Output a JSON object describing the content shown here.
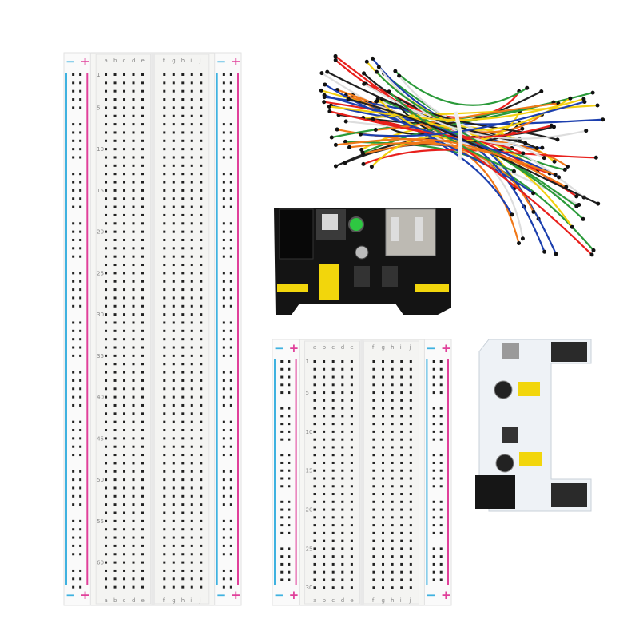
{
  "large_breadboard": {
    "columns_left": [
      "a",
      "b",
      "c",
      "d",
      "e"
    ],
    "columns_right": [
      "f",
      "g",
      "h",
      "i",
      "j"
    ],
    "row_numbers": [
      "1",
      "5",
      "10",
      "15",
      "20",
      "25",
      "30",
      "35",
      "40",
      "45",
      "50",
      "55",
      "60"
    ],
    "rows": 63,
    "rail_minus": "−",
    "rail_plus": "+"
  },
  "half_breadboard": {
    "columns_left": [
      "a",
      "b",
      "c",
      "d",
      "e"
    ],
    "columns_right": [
      "f",
      "g",
      "h",
      "i",
      "j"
    ],
    "row_numbers": [
      "1",
      "5",
      "10",
      "15",
      "20",
      "25",
      "30"
    ],
    "rows": 30,
    "rail_minus": "−",
    "rail_plus": "+"
  },
  "colors": {
    "rail_blue": "#3fb2e0",
    "rail_red": "#e0409a",
    "board": "#f6f6f4",
    "hole": "#222222",
    "pcb_black": "#141414",
    "pcb_white": "#eef2f6",
    "jumper_yellow": "#f2d60c",
    "led_green": "#2ec742",
    "wire_colors": [
      "#e8201c",
      "#f2d010",
      "#2b9a3a",
      "#1c3fae",
      "#202020",
      "#f07818",
      "#ffffff"
    ]
  }
}
